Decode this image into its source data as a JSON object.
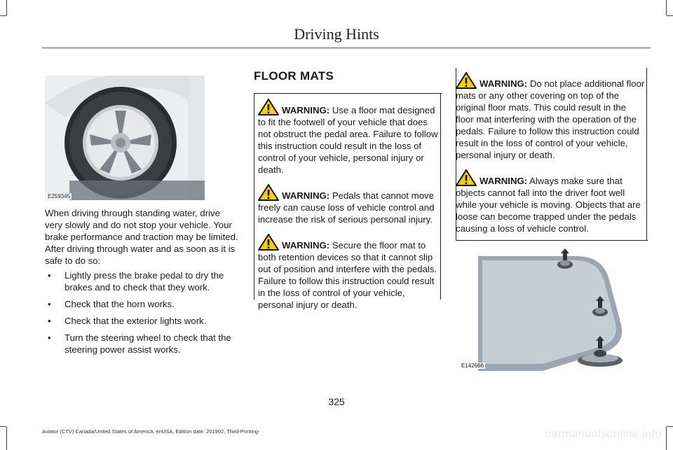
{
  "header": {
    "title": "Driving Hints"
  },
  "left_column": {
    "figure_label": "E259345",
    "intro": "When driving through standing water, drive very slowly and do not stop your vehicle. Your brake performance and traction may be limited.  After driving through water and as soon as it is safe to do so:",
    "bullets": [
      "Lightly press the brake pedal to dry the brakes and to check that they work.",
      "Check that the horn works.",
      "Check that the exterior lights work.",
      "Turn the steering wheel to check that the steering power assist works."
    ],
    "bullet_glyph": "•"
  },
  "floor_mats": {
    "title": "FLOOR MATS",
    "warning_label": "WARNING:",
    "warnings_middle": [
      "Use a floor mat designed to fit the footwell of your vehicle that does not obstruct the pedal area. Failure to follow this instruction could result in the loss of control of your vehicle, personal injury or death.",
      "Pedals that cannot move freely can cause loss of vehicle control and increase the risk of serious personal injury.",
      "Secure the floor mat to both retention devices so that it cannot slip out of position and interfere with the pedals. Failure to follow this instruction could result in the loss of control of your vehicle, personal injury or death."
    ],
    "warnings_right": [
      "Do not place additional floor mats or any other covering on top of the original floor mats. This could result in the floor mat interfering with the operation of the pedals. Failure to follow this instruction could result in the loss of control of your vehicle, personal injury or death.",
      "Always make sure that objects cannot fall into the driver foot well while your vehicle is moving. Objects that are loose can become trapped under the pedals causing a loss of vehicle control."
    ],
    "figure_label": "E142666"
  },
  "page_number": "325",
  "footer": "Aviator (CTV) Canada/United States of America, enUSA, Edition date: 201902, Third-Printing-",
  "watermark": "carmanualsonline.info",
  "colors": {
    "warning_yellow": "#f5d000",
    "figure_gray": "#c8ccd0",
    "mat_blue_gray": "#a9b4be"
  }
}
